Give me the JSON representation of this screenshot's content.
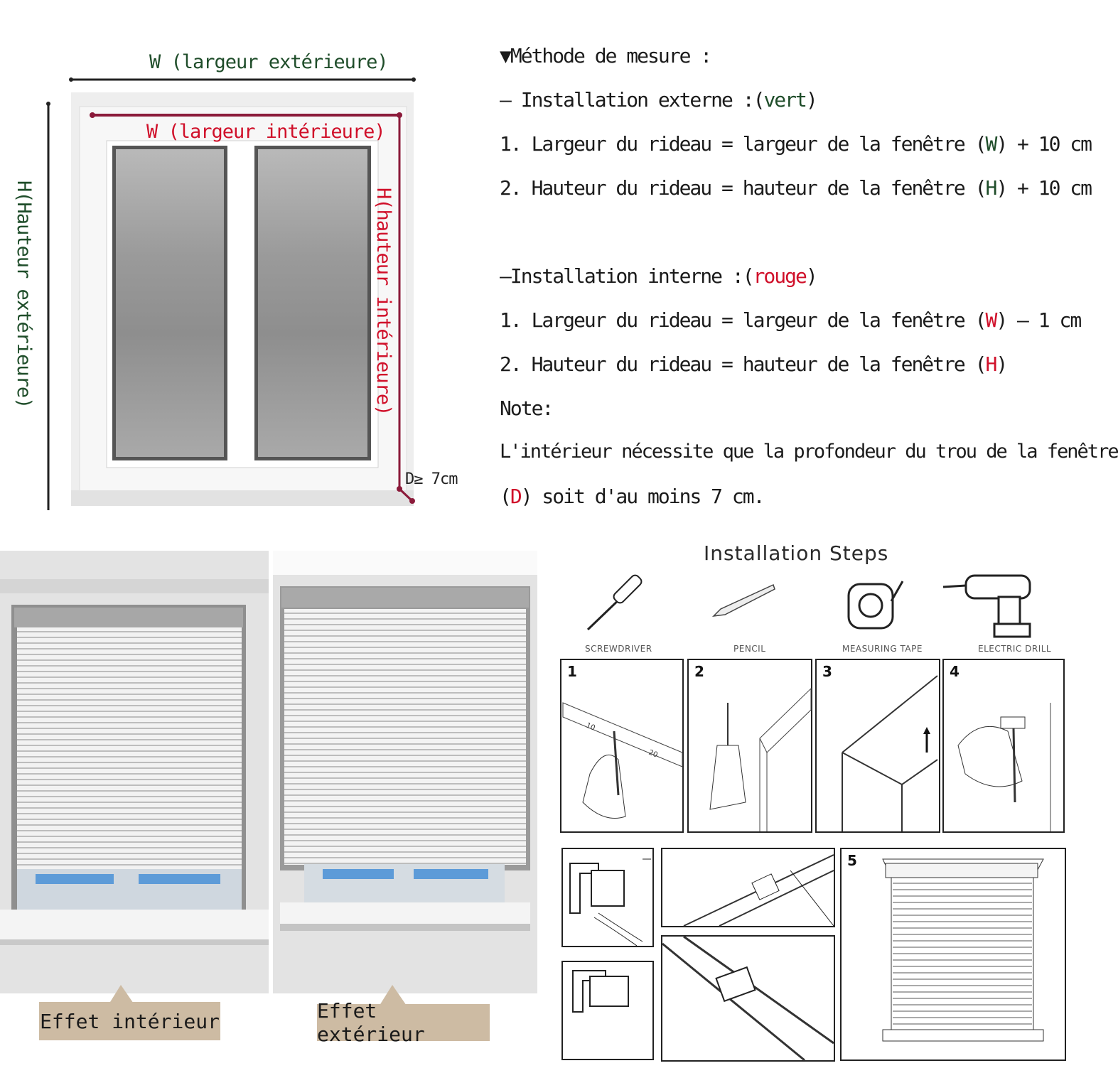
{
  "diagram": {
    "w_outer": "W (largeur extérieure)",
    "w_inner": "W (largeur intérieure)",
    "h_outer": "H(Hauteur extérieure)",
    "h_inner": "H(hauteur intérieure)",
    "depth": "D≥ 7cm"
  },
  "measure": {
    "title": "▼Méthode de mesure :",
    "ext_prefix": "– Installation externe :(",
    "ext_color_word": "vert",
    "ext_suffix": ")",
    "ext_line1_a": "1. Largeur du rideau = largeur de la fenêtre (",
    "ext_line1_w": "W",
    "ext_line1_b": ") + 10 cm",
    "ext_line2_a": "2. Hauteur du rideau = hauteur de la fenêtre (",
    "ext_line2_h": "H",
    "ext_line2_b": ") + 10 cm",
    "int_prefix": "–Installation interne :(",
    "int_color_word": "rouge",
    "int_suffix": ")",
    "int_line1_a": "1. Largeur du rideau = largeur de la fenêtre (",
    "int_line1_w": "W",
    "int_line1_b": ") – 1 cm",
    "int_line2_a": "2. Hauteur du rideau = hauteur de la fenêtre (",
    "int_line2_h": "H",
    "int_line2_b": ")",
    "note_label": "Note:",
    "note_line1": "L'intérieur nécessite que la profondeur du trou de la fenêtre",
    "note_line2_a": " (",
    "note_line2_d": "D",
    "note_line2_b": ") soit d'au moins 7 cm."
  },
  "effects": {
    "interior": "Effet intérieur",
    "exterior": "Effet extérieur"
  },
  "installation": {
    "title": "Installation Steps",
    "tools": [
      {
        "label": "SCREWDRIVER",
        "icon": "screwdriver-icon"
      },
      {
        "label": "PENCIL",
        "icon": "pencil-icon"
      },
      {
        "label": "MEASURING TAPE",
        "icon": "measuring-tape-icon"
      },
      {
        "label": "ELECTRIC DRILL",
        "icon": "electric-drill-icon"
      }
    ],
    "steps": [
      "1",
      "2",
      "3",
      "4",
      "5"
    ],
    "ruler_marks": [
      "10",
      "20"
    ]
  },
  "colors": {
    "outer_green": "#1f4d2a",
    "inner_red": "#d0102a",
    "caption_bg": "#cdbba3"
  }
}
